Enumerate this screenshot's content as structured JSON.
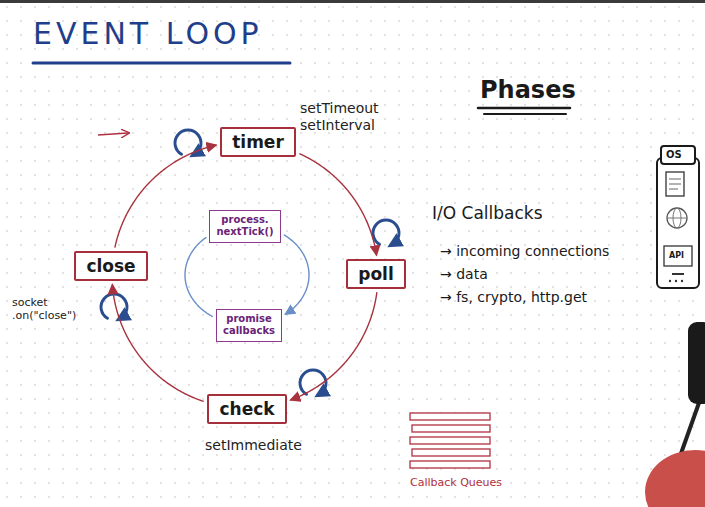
{
  "diagram": {
    "title": "EVENT LOOP",
    "nodes": [
      {
        "text": [
          "timer"
        ]
      },
      {
        "text": [
          "poll"
        ]
      },
      {
        "text": [
          "check"
        ]
      },
      {
        "text": [
          "close"
        ]
      },
      {
        "text": [
          "process. nextTick()"
        ]
      },
      {
        "text": [
          "promise callbacks"
        ]
      }
    ],
    "edges": [
      {
        "from": 0,
        "to": 1,
        "arrow": "to"
      },
      {
        "from": 1,
        "to": 2,
        "arrow": "to"
      },
      {
        "from": 2,
        "to": 3,
        "arrow": "to"
      },
      {
        "from": 3,
        "to": 0,
        "arrow": "to"
      },
      {
        "from": 4,
        "to": 5,
        "arrow": "to"
      },
      {
        "from": 5,
        "to": 4,
        "arrow": "none"
      }
    ],
    "labels": [
      "Phases",
      "setTimeout setInterval",
      "I/O Callbacks",
      "→ incoming connections",
      "→ data",
      "→ fs, crypto, http.get",
      "socket .on(\"close\")",
      "setImmediate",
      "Callback Queues",
      "OS",
      "API"
    ]
  }
}
